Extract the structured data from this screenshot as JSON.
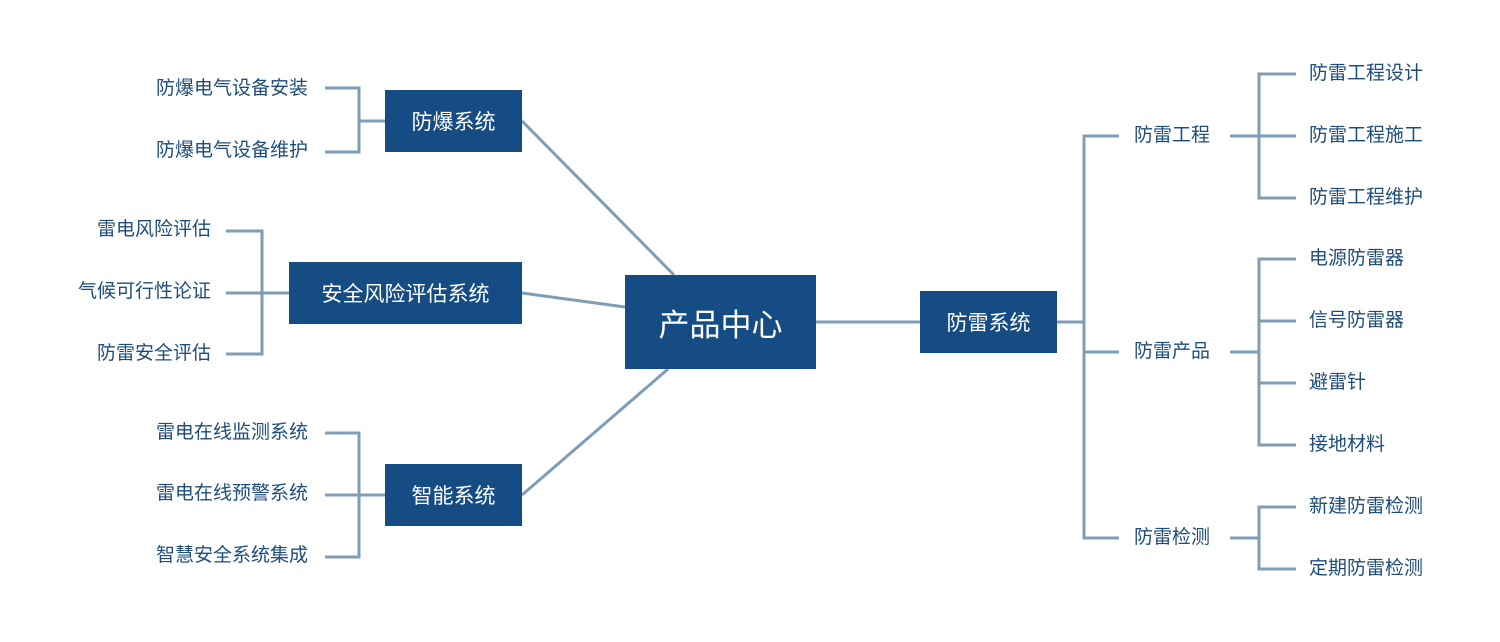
{
  "colors": {
    "box_fill": "#154c84",
    "box_text": "#ffffff",
    "label_text": "#1d4d7c",
    "line": "#7f9db5"
  },
  "center": {
    "label": "产品中心"
  },
  "left": {
    "explosion": {
      "label": "防爆系统",
      "items": [
        "防爆电气设备安装",
        "防爆电气设备维护"
      ]
    },
    "risk": {
      "label": "安全风险评估系统",
      "items": [
        "雷电风险评估",
        "气候可行性论证",
        "防雷安全评估"
      ]
    },
    "smart": {
      "label": "智能系统",
      "items": [
        "雷电在线监测系统",
        "雷电在线预警系统",
        "智慧安全系统集成"
      ]
    }
  },
  "right": {
    "lightning": {
      "label": "防雷系统",
      "groups": [
        {
          "label": "防雷工程",
          "items": [
            "防雷工程设计",
            "防雷工程施工",
            "防雷工程维护"
          ]
        },
        {
          "label": "防雷产品",
          "items": [
            "电源防雷器",
            "信号防雷器",
            "避雷针",
            "接地材料"
          ]
        },
        {
          "label": "防雷检测",
          "items": [
            "新建防雷检测",
            "定期防雷检测"
          ]
        }
      ]
    }
  }
}
